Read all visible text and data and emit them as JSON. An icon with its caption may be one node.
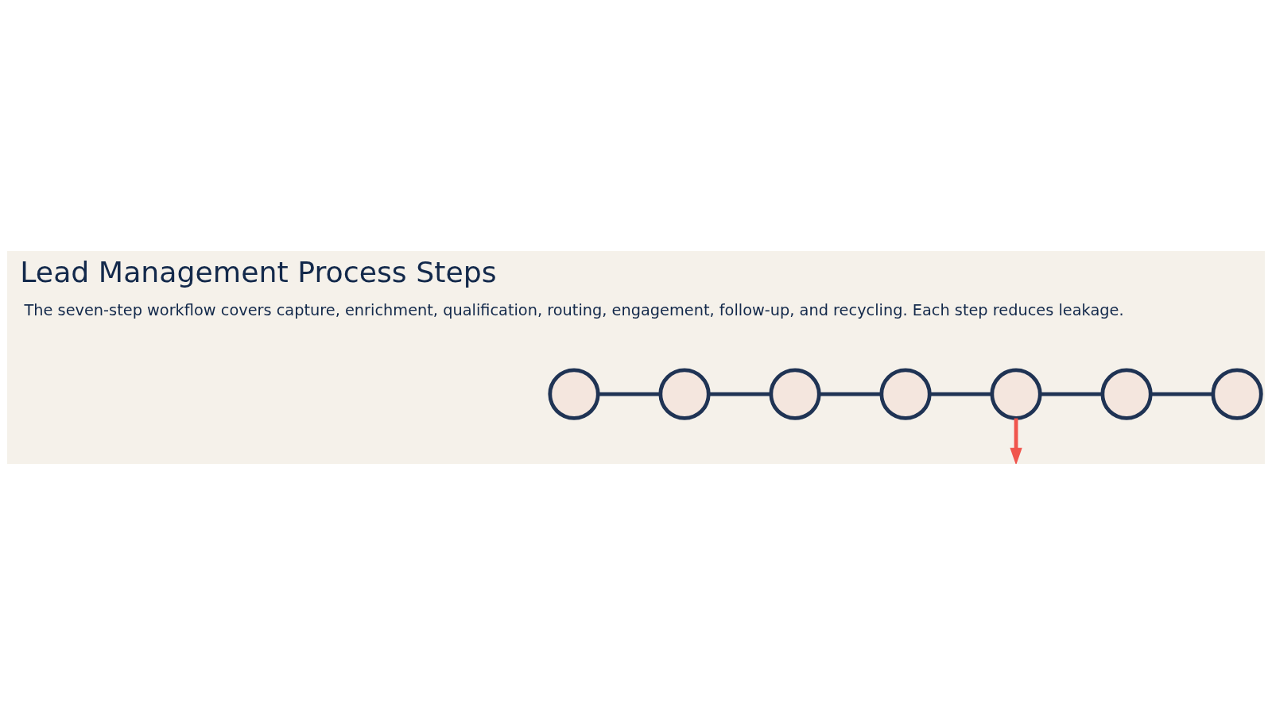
{
  "diagram": {
    "title": "Lead Management Process Steps",
    "nodes": [
      {
        "text": [],
        "shape": "circle"
      },
      {
        "text": [],
        "shape": "circle"
      },
      {
        "text": [],
        "shape": "circle"
      },
      {
        "text": [],
        "shape": "circle"
      },
      {
        "text": [],
        "shape": "circle"
      },
      {
        "text": [],
        "shape": "circle"
      },
      {
        "text": [],
        "shape": "circle"
      }
    ],
    "edges": [
      {
        "from": 0,
        "to": 1,
        "arrow": "none"
      },
      {
        "from": 1,
        "to": 2,
        "arrow": "none"
      },
      {
        "from": 2,
        "to": 3,
        "arrow": "none"
      },
      {
        "from": 3,
        "to": 4,
        "arrow": "none"
      },
      {
        "from": 4,
        "to": 5,
        "arrow": "none"
      },
      {
        "from": 5,
        "to": 6,
        "arrow": "none"
      },
      {
        "from": 4,
        "to": null,
        "arrow": "to",
        "color": "#f0554d"
      }
    ],
    "labels": [
      "The seven-step workflow covers capture, enrichment, qualification, routing, engagement, follow-up, and recycling. Each step reduces leakage."
    ]
  }
}
